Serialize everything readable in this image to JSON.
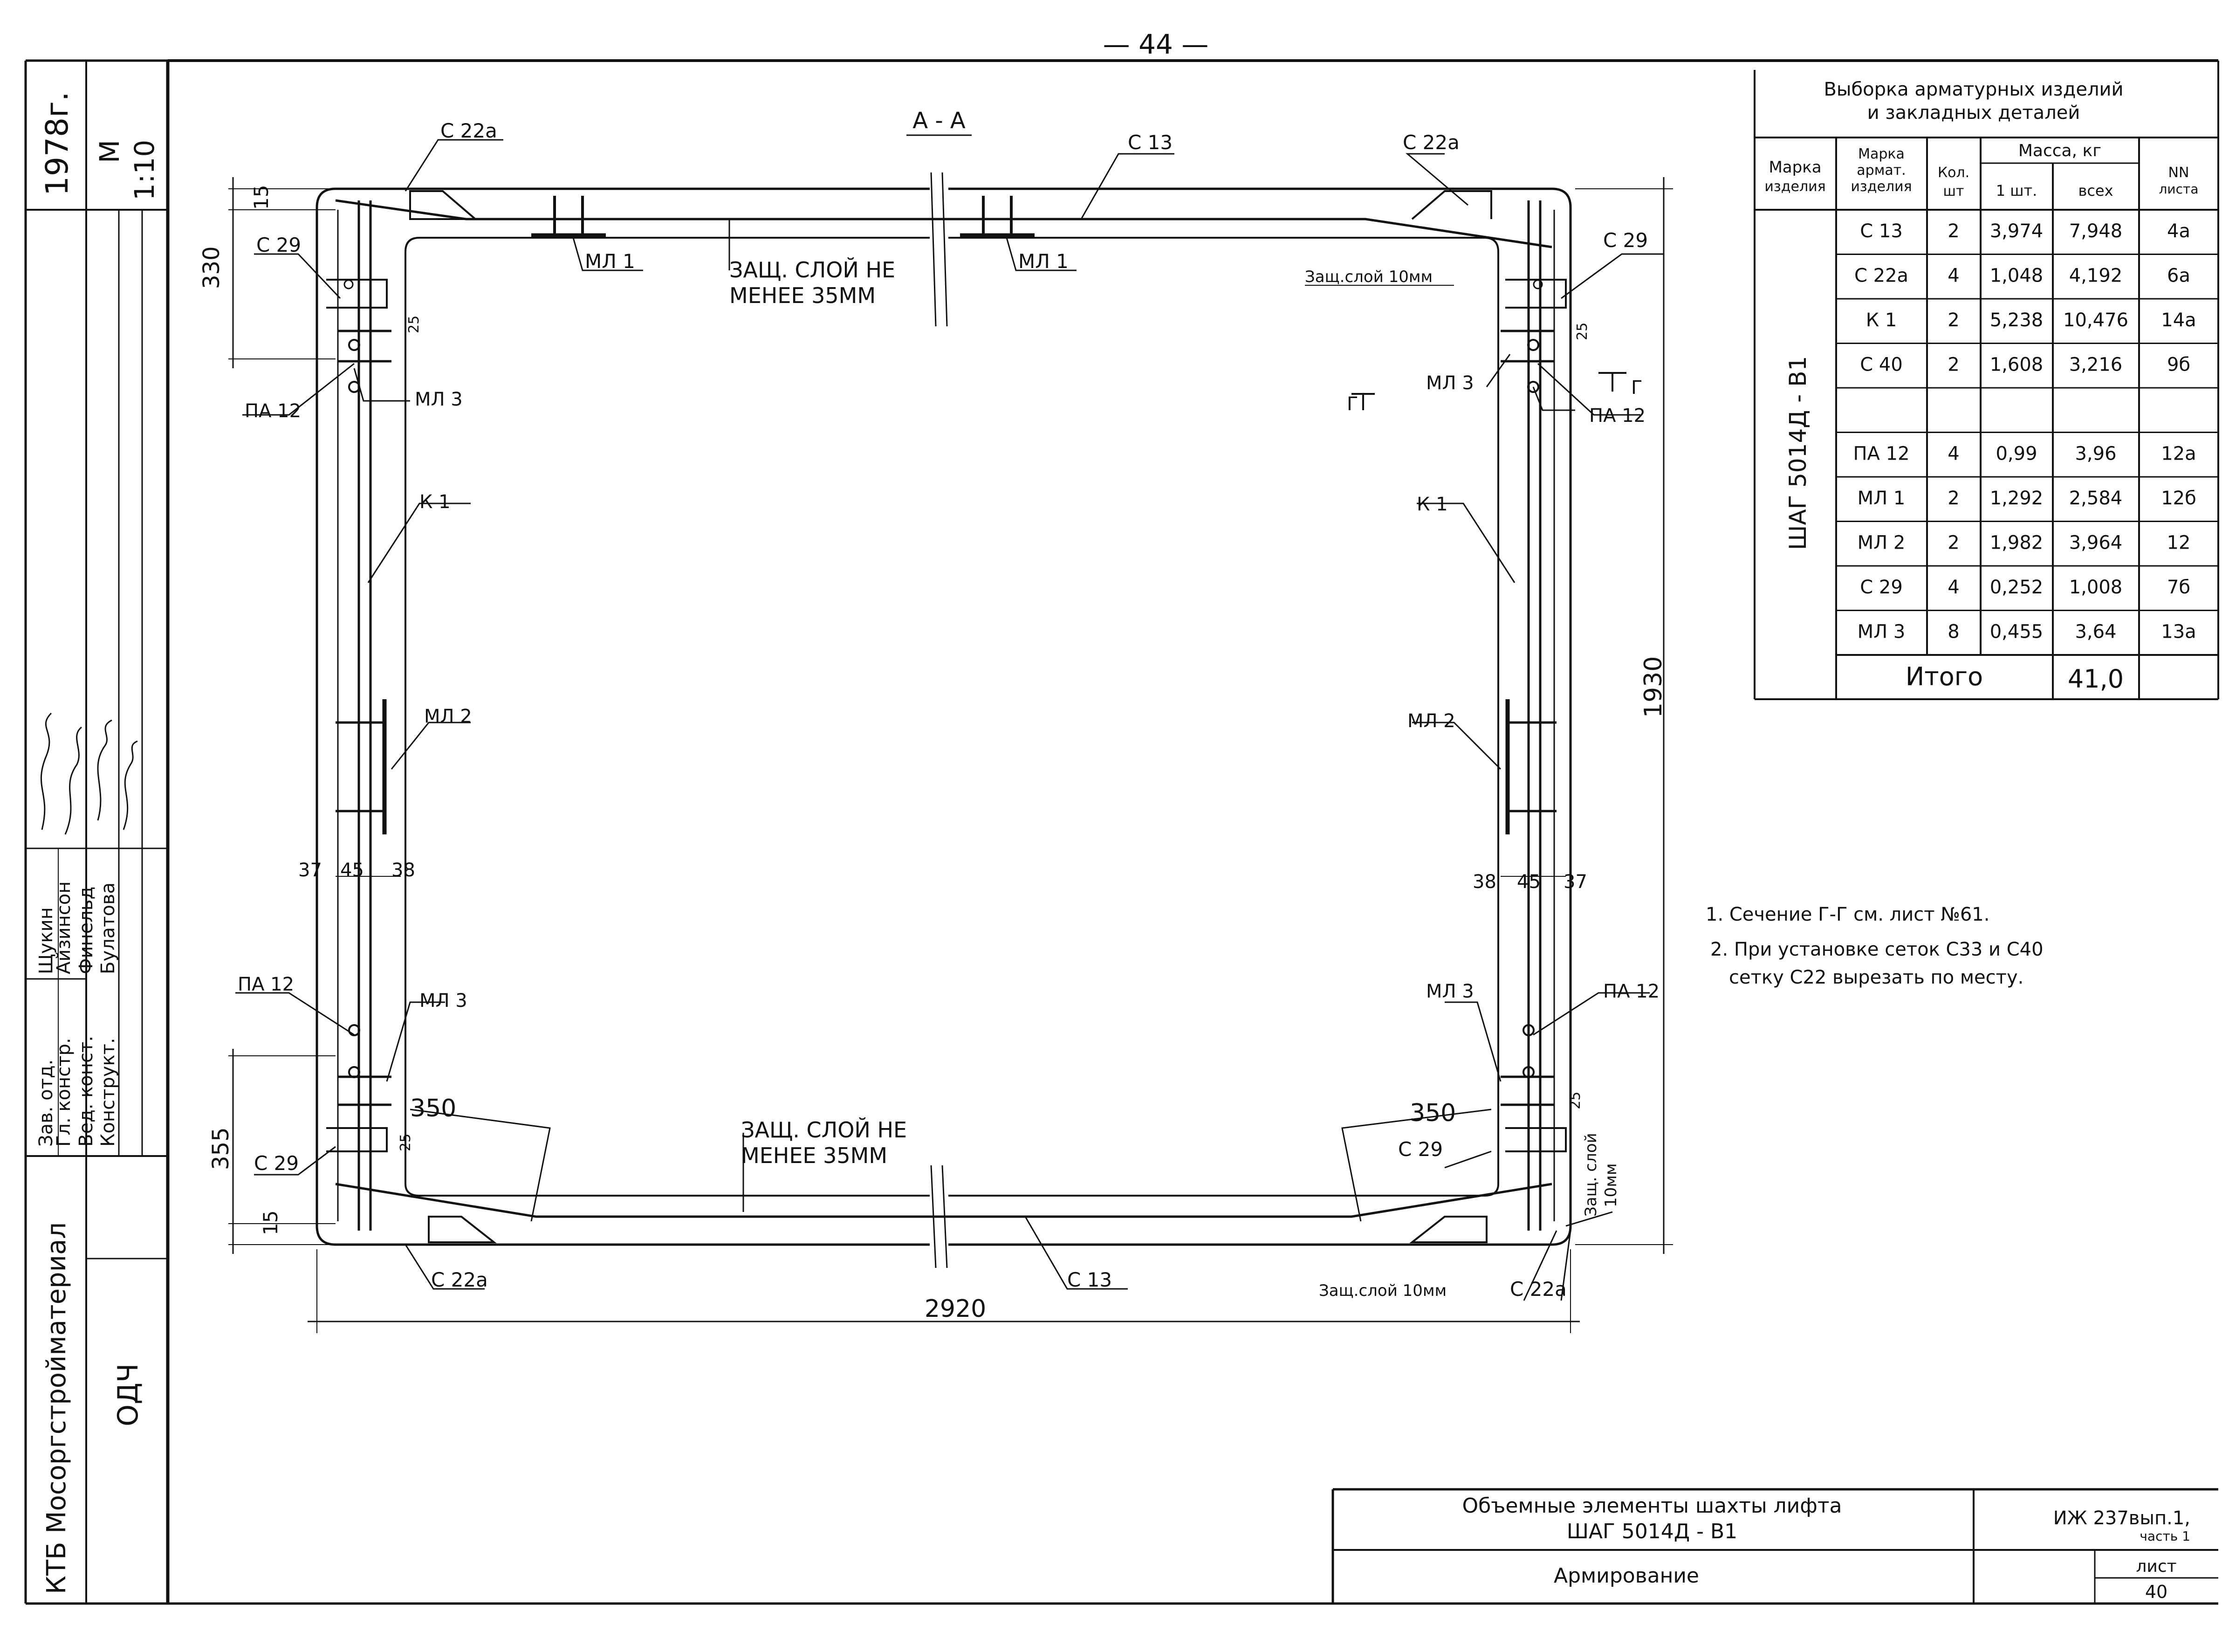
{
  "page_number": "— 44 —",
  "section_label": "А - А",
  "side_stamp": {
    "year": "1978г.",
    "scale_m": "М",
    "scale_v": "1:10",
    "org": "КТБ Мосоргстройматериал",
    "code": "ОДЧ",
    "roles": [
      "Зав. отд.",
      "Гл. констр.",
      "Вед. конст.",
      "Конструкт."
    ],
    "names": [
      "Щукин",
      "Айзинсон",
      "Финельд",
      "Булатова"
    ]
  },
  "labels": {
    "c22a": "С 22а",
    "c13": "С 13",
    "c29": "С 29",
    "ml1": "МЛ 1",
    "ml2": "МЛ 2",
    "ml3": "МЛ 3",
    "pa12": "ПА 12",
    "k1": "К 1",
    "cover35_l1": "ЗАЩ. СЛОЙ НЕ",
    "cover35_l2": "МЕНЕЕ 35ММ",
    "cover10": "Защ.слой 10мм",
    "cover10_v1": "Защ. слой",
    "cover10_v2": "10мм",
    "gg": "Г"
  },
  "dims": {
    "d15": "15",
    "d330": "330",
    "d355": "355",
    "d1930": "1930",
    "d2920": "2920",
    "d350": "350",
    "d25": "25",
    "d37": "37",
    "d45": "45",
    "d38": "38"
  },
  "table": {
    "title_l1": "Выборка арматурных изделий",
    "title_l2": "и закладных деталей",
    "headers": {
      "mark_item": "Марка изделия",
      "mark_rebar": "Марка армат. изделия",
      "qty": "Кол. шт",
      "mass": "Масса, кг",
      "mass_one": "1 шт.",
      "mass_all": "всех",
      "sheet": "NN листа"
    },
    "item_mark": "ШАГ 5014Д - В1",
    "rows": [
      {
        "mark": "С 13",
        "qty": "2",
        "one": "3,974",
        "all": "7,948",
        "sheet": "4а"
      },
      {
        "mark": "С 22а",
        "qty": "4",
        "one": "1,048",
        "all": "4,192",
        "sheet": "6а"
      },
      {
        "mark": "К 1",
        "qty": "2",
        "one": "5,238",
        "all": "10,476",
        "sheet": "14а"
      },
      {
        "mark": "С 40",
        "qty": "2",
        "one": "1,608",
        "all": "3,216",
        "sheet": "9б"
      },
      {
        "mark": "",
        "qty": "",
        "one": "",
        "all": "",
        "sheet": ""
      },
      {
        "mark": "ПА 12",
        "qty": "4",
        "one": "0,99",
        "all": "3,96",
        "sheet": "12а"
      },
      {
        "mark": "МЛ 1",
        "qty": "2",
        "one": "1,292",
        "all": "2,584",
        "sheet": "12б"
      },
      {
        "mark": "МЛ 2",
        "qty": "2",
        "one": "1,982",
        "all": "3,964",
        "sheet": "12"
      },
      {
        "mark": "С 29",
        "qty": "4",
        "one": "0,252",
        "all": "1,008",
        "sheet": "7б"
      },
      {
        "mark": "МЛ 3",
        "qty": "8",
        "one": "0,455",
        "all": "3,64",
        "sheet": "13а"
      }
    ],
    "total_label": "Итого",
    "total_value": "41,0"
  },
  "notes": [
    "1. Сечение Г-Г см. лист №61.",
    "2. При установке сеток С33 и С40",
    "сетку С22 вырезать по месту."
  ],
  "title_block": {
    "name_l1": "Объемные элементы шахты лифта",
    "name_l2": "ШАГ 5014Д - В1",
    "subtitle": "Армирование",
    "doc": "ИЖ 237вып.1,",
    "doc_part": "часть 1",
    "sheet_label": "лист",
    "sheet_no": "40"
  }
}
